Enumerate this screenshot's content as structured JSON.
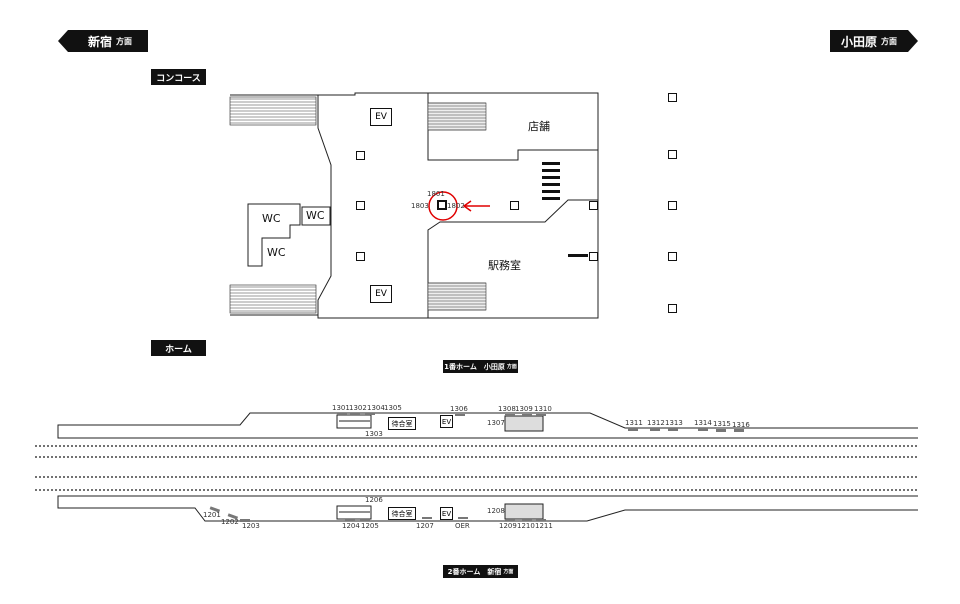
{
  "directions": {
    "left": {
      "name": "新宿",
      "suffix": "方面"
    },
    "right": {
      "name": "小田原",
      "suffix": "方面"
    }
  },
  "sections": {
    "concourse": "コンコース",
    "home": "ホーム"
  },
  "concourse": {
    "ev1": "EV",
    "ev2": "EV",
    "shop": "店舗",
    "office": "駅務室",
    "wc1": "WC",
    "wc2": "WC",
    "wc3": "WC",
    "marker": {
      "top": "1801",
      "left": "1803",
      "right": "1802"
    },
    "highlight_color": "#e00000"
  },
  "platform1": {
    "label": "1番ホーム　小田原",
    "suffix": "方面",
    "waiting": "待合室",
    "ev": "EV",
    "numbers": [
      "1301",
      "1302",
      "1304",
      "1305",
      "1303",
      "1306",
      "1308",
      "1309",
      "1310",
      "1307",
      "1311",
      "1312",
      "1313",
      "1314",
      "1315",
      "1316"
    ]
  },
  "platform2": {
    "label": "2番ホーム　新宿",
    "suffix": "方面",
    "waiting": "待合室",
    "ev": "EV",
    "numbers": [
      "1201",
      "1202",
      "1203",
      "1206",
      "1204",
      "1205",
      "1207",
      "OER",
      "1208",
      "1209",
      "1210",
      "1211"
    ]
  }
}
